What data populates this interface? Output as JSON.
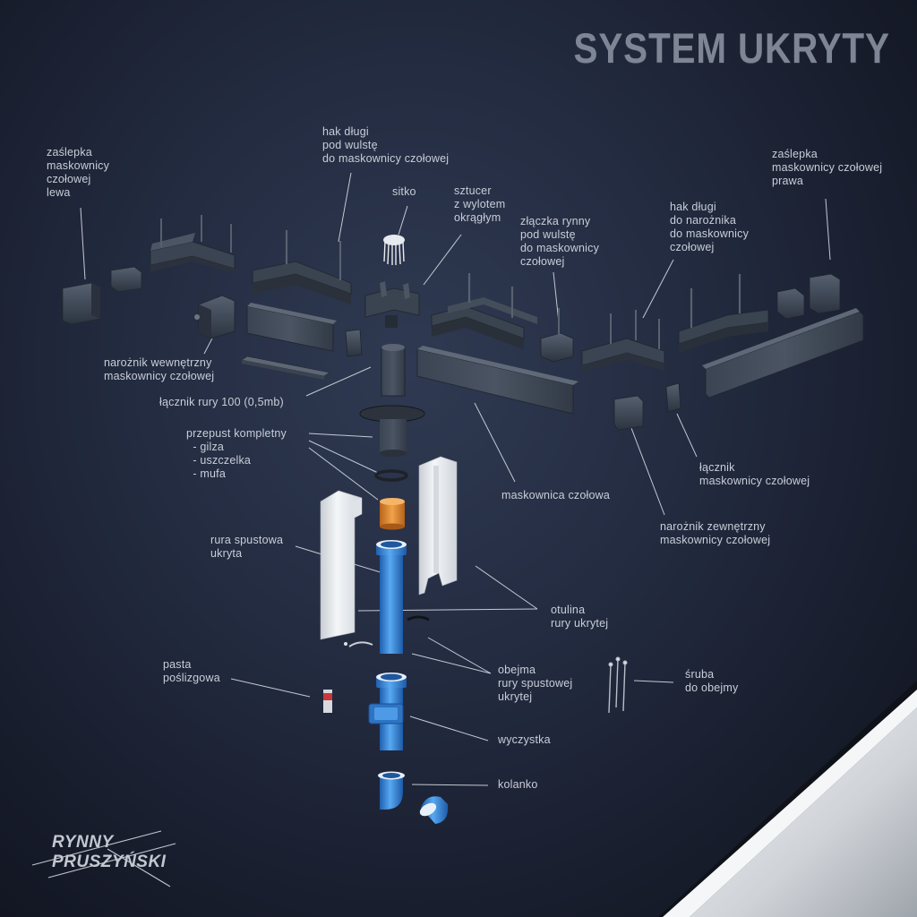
{
  "title": "SYSTEM UKRYTY",
  "logo": {
    "line1": "RYNNY",
    "line2": "PRUSZYŃSKI"
  },
  "colors": {
    "background": "#1c2334",
    "part_dark": "#3a4454",
    "pipe_blue": "#3f8fde",
    "insulation": "#e8ecef",
    "orange": "#e38a2a",
    "label": "#c9ced8"
  },
  "labels": {
    "zaslepka_lewa": [
      "zaślepka",
      "maskownicy",
      "czołowej",
      "lewa"
    ],
    "hak_dlugi_wulst": [
      "hak długi",
      "pod wulstę",
      "do maskownicy czołowej"
    ],
    "sitko": [
      "sitko"
    ],
    "sztucer": [
      "sztucer",
      "z wylotem",
      "okrągłym"
    ],
    "zlaczka": [
      "złączka rynny",
      "pod wulstę",
      "do maskownicy",
      "czołowej"
    ],
    "hak_naroznik": [
      "hak długi",
      "do narożnika",
      "do maskownicy",
      "czołowej"
    ],
    "zaslepka_prawa": [
      "zaślepka",
      "maskownicy czołowej",
      "prawa"
    ],
    "naroznik_wewn": [
      "narożnik wewnętrzny",
      "maskownicy czołowej"
    ],
    "lacznik_rury": [
      "łącznik rury 100 (0,5mb)"
    ],
    "przepust": [
      "przepust kompletny",
      "  - gilza",
      "  - uszczelka",
      "  - mufa"
    ],
    "maskownica": [
      "maskownica czołowa"
    ],
    "lacznik_mask": [
      "łącznik",
      "maskownicy czołowej"
    ],
    "naroznik_zewn": [
      "narożnik zewnętrzny",
      "maskownicy czołowej"
    ],
    "rura": [
      "rura spustowa",
      "ukryta"
    ],
    "otulina": [
      "otulina",
      "rury ukrytej"
    ],
    "obejma": [
      "obejma",
      "rury spustowej",
      "ukrytej"
    ],
    "sruba": [
      "śruba",
      "do obejmy"
    ],
    "pasta": [
      "pasta",
      "poślizgowa"
    ],
    "wyczystka": [
      "wyczystka"
    ],
    "kolanko": [
      "kolanko"
    ]
  }
}
